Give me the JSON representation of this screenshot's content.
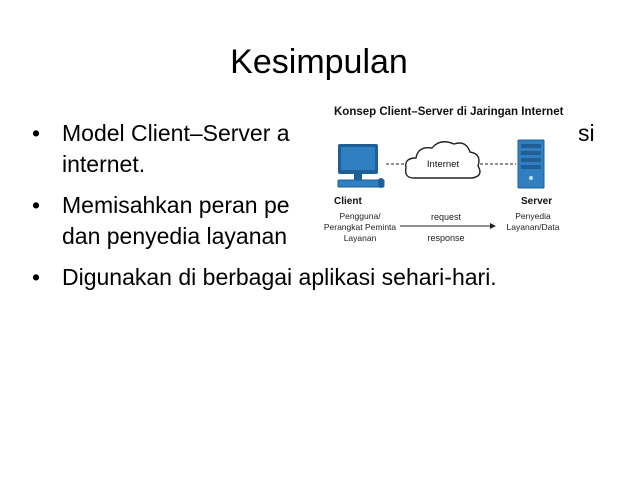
{
  "slide": {
    "title": "Kesimpulan",
    "bullets": [
      {
        "line1": "Model Client–Server a",
        "line1_tail": "si",
        "line2": "internet."
      },
      {
        "line1": "Memisahkan peran pe",
        "line2": "dan penyedia layanan"
      },
      {
        "line1": "Digunakan di berbagai aplikasi sehari-hari."
      }
    ]
  },
  "diagram": {
    "title": "Konsep Client–Server di Jaringan Internet",
    "cloud_label": "Internet",
    "client": {
      "label": "Client",
      "desc_line1": "Pengguna/",
      "desc_line2": "Perangkat Peminta",
      "desc_line3": "Layanan"
    },
    "server": {
      "label": "Server",
      "desc_line1": "Penyedia",
      "desc_line2": "Layanan/Data"
    },
    "request_label": "request",
    "response_label": "response",
    "colors": {
      "device_blue": "#2f7fc1",
      "dark_blue": "#1f5f95",
      "cloud_fill": "#ffffff",
      "line": "#222222"
    }
  }
}
